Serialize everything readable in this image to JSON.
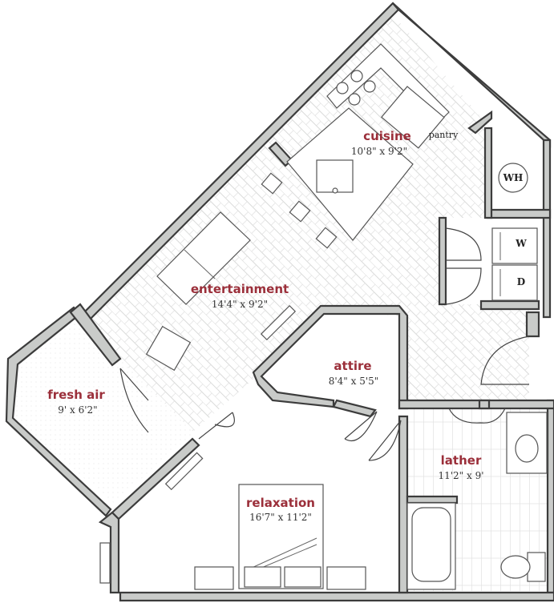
{
  "rooms": {
    "cuisine": {
      "name": "cuisine",
      "dim": "10'8\" x 9'2\""
    },
    "entertainment": {
      "name": "entertainment",
      "dim": "14'4\" x 9'2\""
    },
    "attire": {
      "name": "attire",
      "dim": "8'4\" x 5'5\""
    },
    "fresh_air": {
      "name": "fresh air",
      "dim": "9' x 6'2\""
    },
    "relaxation": {
      "name": "relaxation",
      "dim": "16'7\" x 11'2\""
    },
    "lather": {
      "name": "lather",
      "dim": "11'2\" x 9'"
    }
  },
  "labels": {
    "pantry": "pantry",
    "water_heater": "WH",
    "washer": "W",
    "dryer": "D"
  },
  "colors": {
    "room_name": "#9b2f3a",
    "wall_fill": "#c9cbc9",
    "wall_stroke": "#3c3c3c"
  }
}
